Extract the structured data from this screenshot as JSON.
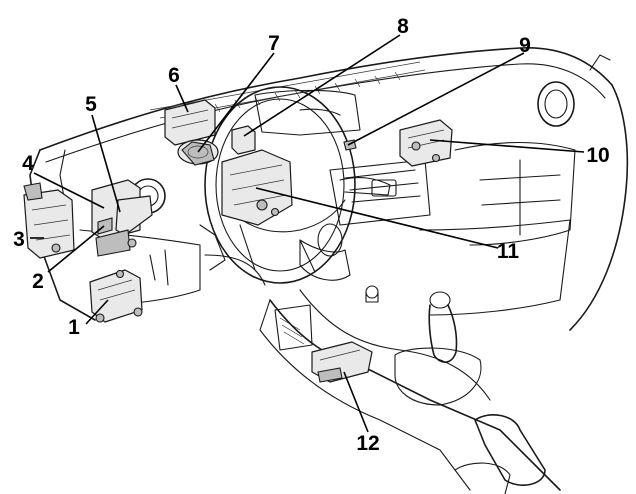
{
  "diagram": {
    "background": "#ffffff",
    "line_color": "#1a1a1a",
    "callouts": [
      {
        "id": "1",
        "label": "1"
      },
      {
        "id": "2",
        "label": "2"
      },
      {
        "id": "3",
        "label": "3"
      },
      {
        "id": "4",
        "label": "4"
      },
      {
        "id": "5",
        "label": "5"
      },
      {
        "id": "6",
        "label": "6"
      },
      {
        "id": "7",
        "label": "7"
      },
      {
        "id": "8",
        "label": "8"
      },
      {
        "id": "9",
        "label": "9"
      },
      {
        "id": "10",
        "label": "10"
      },
      {
        "id": "11",
        "label": "11"
      },
      {
        "id": "12",
        "label": "12"
      }
    ]
  }
}
